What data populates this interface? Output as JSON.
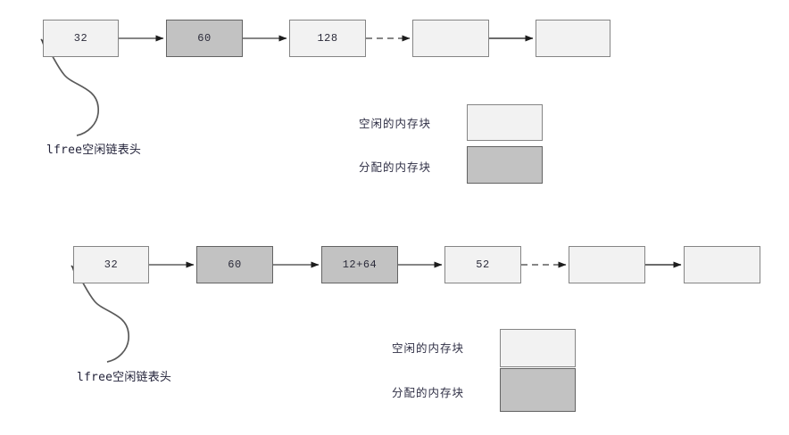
{
  "diagram": {
    "title": "lfree free-list memory block diagram",
    "colors": {
      "free_fill": "#f2f2f2",
      "free_stroke": "#858585",
      "alloc_fill": "#c2c2c2",
      "alloc_stroke": "#636363",
      "connector": "#3b3b3b",
      "curve": "#555555",
      "text": "#2b2b3a"
    },
    "panels": [
      {
        "id": "top",
        "head_label": "lfree空闲链表头",
        "nodes": [
          {
            "label": "32",
            "state": "free"
          },
          {
            "label": "60",
            "state": "alloc"
          },
          {
            "label": "128",
            "state": "free"
          },
          {
            "label": "",
            "state": "free"
          },
          {
            "label": "",
            "state": "free"
          }
        ],
        "connectors": [
          "solid",
          "solid",
          "dashed",
          "solid"
        ],
        "legend": [
          {
            "label": "空闲的内存块",
            "state": "free"
          },
          {
            "label": "分配的内存块",
            "state": "alloc"
          }
        ]
      },
      {
        "id": "bottom",
        "head_label": "lfree空闲链表头",
        "nodes": [
          {
            "label": "32",
            "state": "free"
          },
          {
            "label": "60",
            "state": "alloc"
          },
          {
            "label": "12+64",
            "state": "alloc"
          },
          {
            "label": "52",
            "state": "free"
          },
          {
            "label": "",
            "state": "free"
          },
          {
            "label": "",
            "state": "free"
          }
        ],
        "connectors": [
          "solid",
          "solid",
          "solid",
          "dashed",
          "solid"
        ],
        "legend": [
          {
            "label": "空闲的内存块",
            "state": "free"
          },
          {
            "label": "分配的内存块",
            "state": "alloc"
          }
        ]
      }
    ]
  }
}
